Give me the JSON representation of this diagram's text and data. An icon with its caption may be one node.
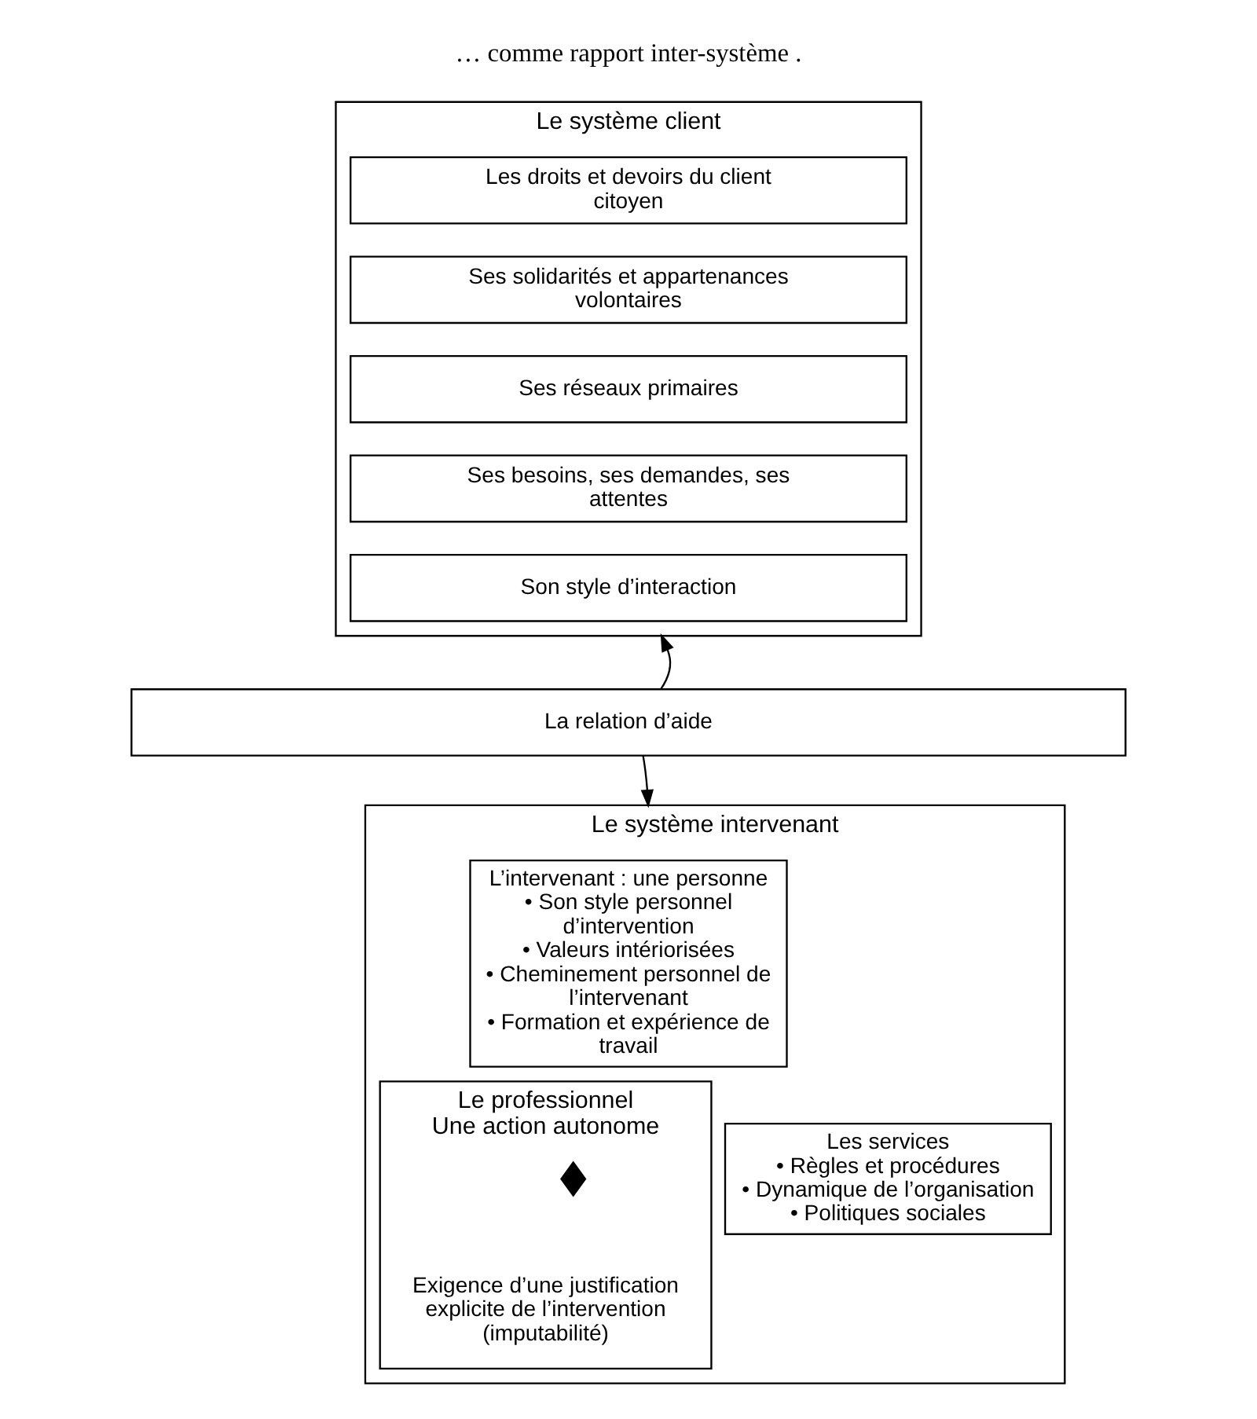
{
  "diagram": {
    "nodes": [
      {
        "text": [
          "Le système client"
        ]
      },
      {
        "text": [
          "Les droits et devoirs du client citoyen"
        ],
        "in": 0
      },
      {
        "text": [
          "Ses solidarités et appartenances volontaires"
        ],
        "in": 0
      },
      {
        "text": [
          "Ses réseaux primaires"
        ],
        "in": 0
      },
      {
        "text": [
          "Ses besoins, ses demandes, ses attentes"
        ],
        "in": 0
      },
      {
        "text": [
          "Son style d’interaction"
        ],
        "in": 0
      },
      {
        "text": [
          "La relation d’aide"
        ]
      },
      {
        "text": [
          "Le système intervenant"
        ]
      },
      {
        "text": [
          "L’intervenant : une personne",
          "• Son style personnel d’intervention",
          "• Valeurs intériorisées",
          "• Cheminement personnel de l’intervenant",
          "• Formation et expérience de travail"
        ],
        "in": 7
      },
      {
        "text": [
          "Le professionnel",
          "Une action autonome"
        ],
        "in": 7
      },
      {
        "text": [],
        "shape": "diamond",
        "in": 9
      },
      {
        "text": [
          "Exigence d’une justification explicite de l’intervention (imputabilité)"
        ],
        "in": 9
      },
      {
        "text": [
          "Les services",
          "• Règles et procédures",
          "• Dynamique de l’organisation",
          "• Politiques sociales"
        ],
        "in": 7
      }
    ],
    "edges": [
      {
        "from": 6,
        "to": 0,
        "arrow": "to"
      },
      {
        "from": 6,
        "to": 7,
        "arrow": "to"
      }
    ],
    "labels": [
      "… comme rapport inter-système ."
    ]
  }
}
